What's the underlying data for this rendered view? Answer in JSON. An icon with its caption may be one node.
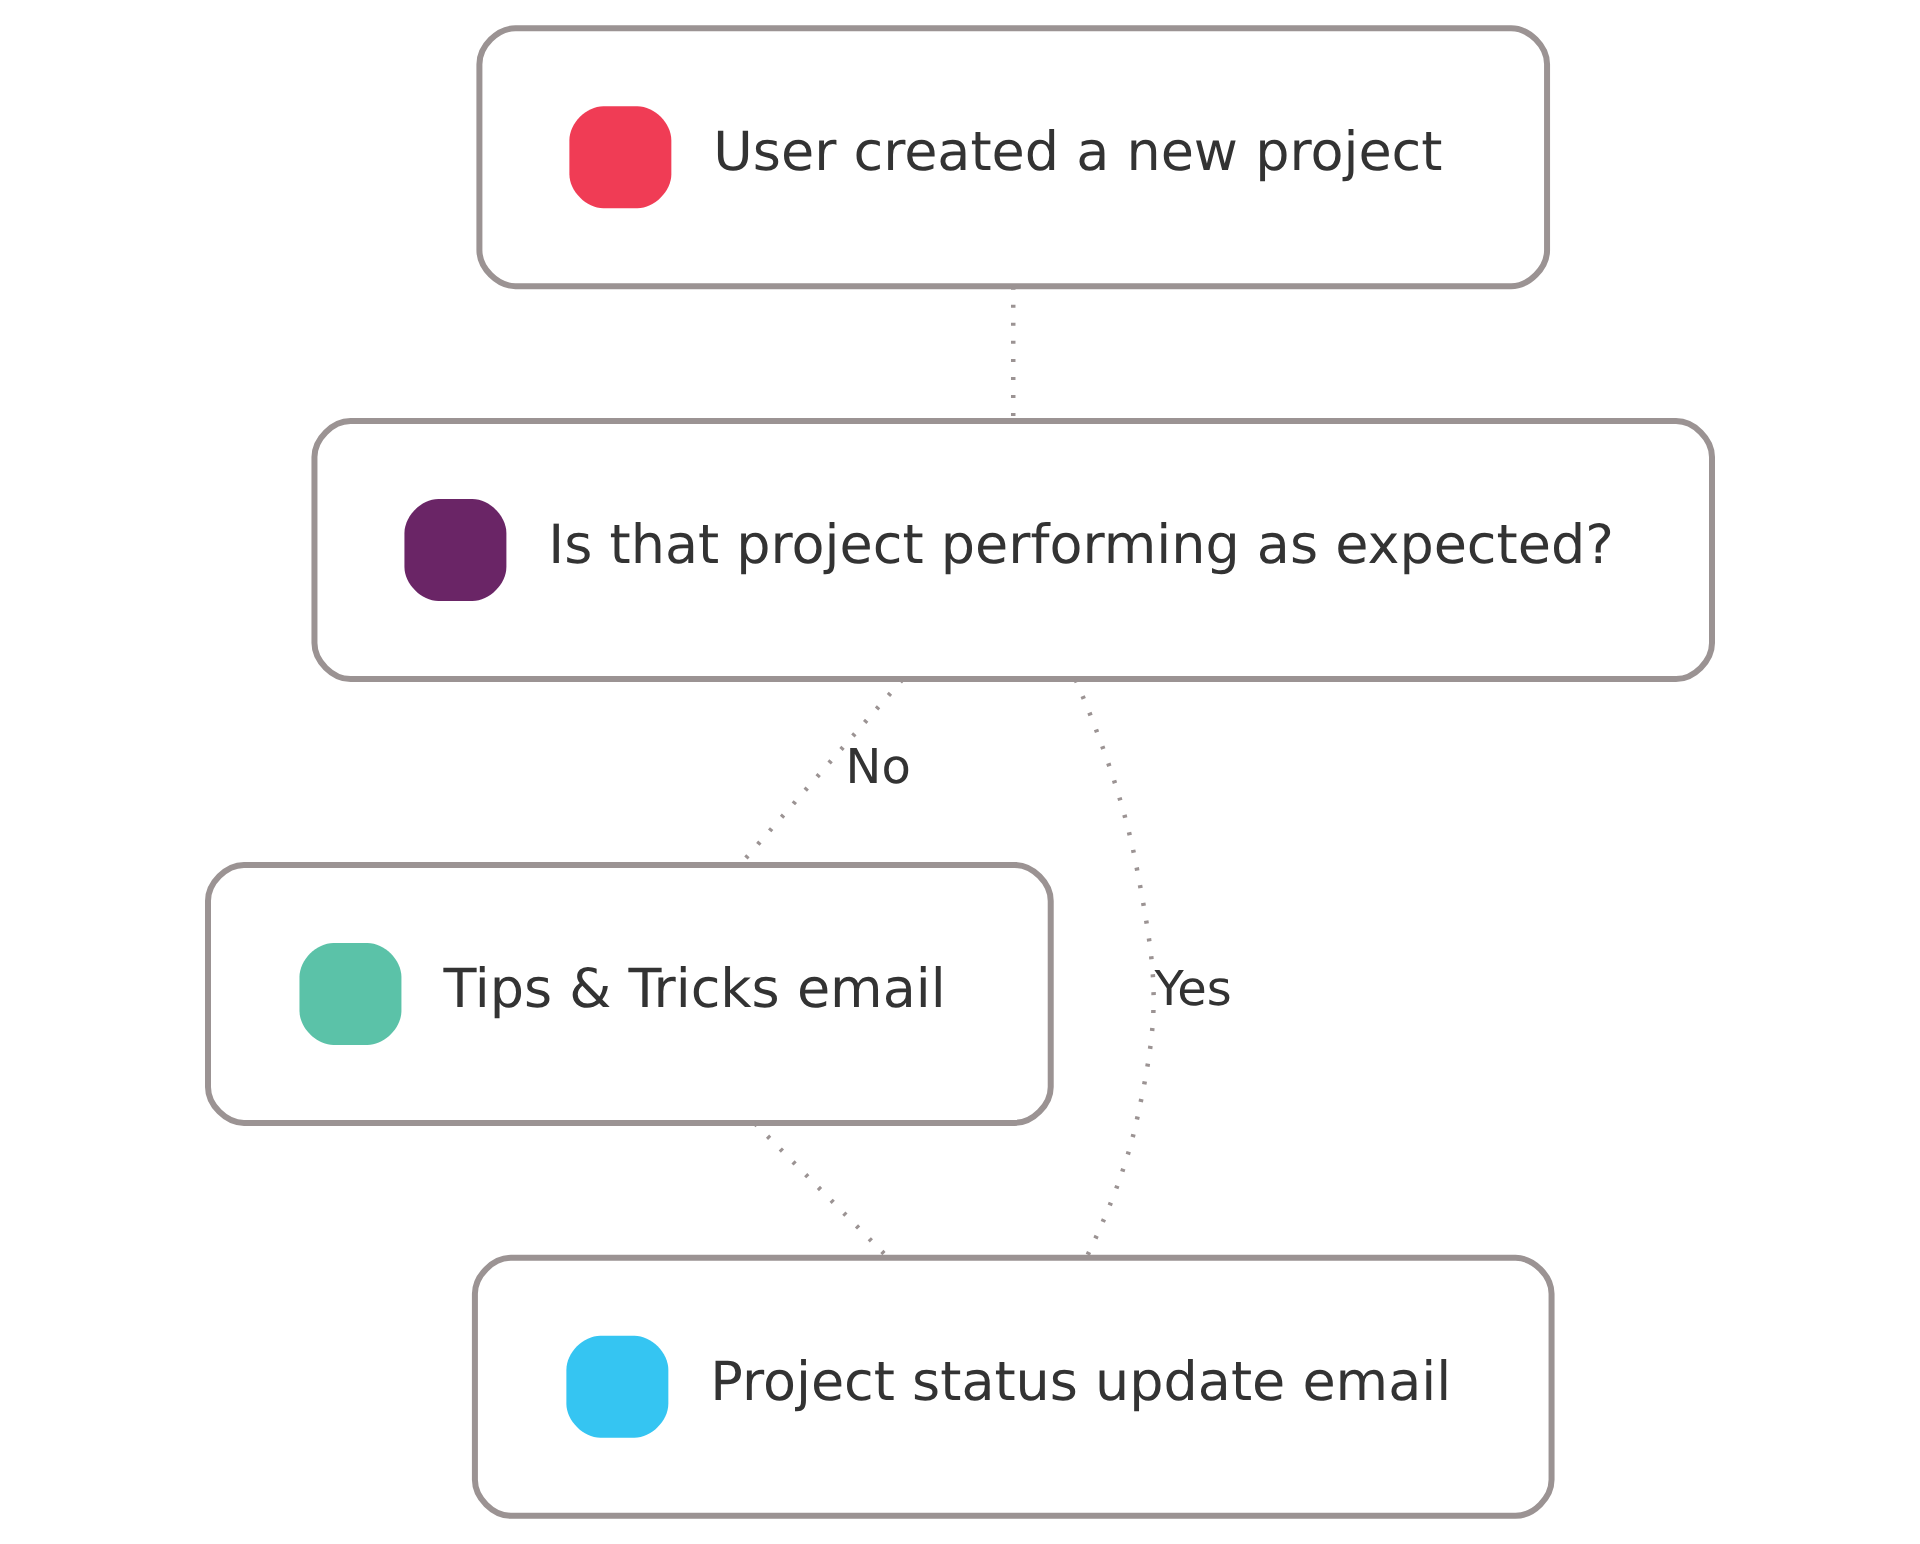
{
  "diagram": {
    "nodes": [
      {
        "text": [
          "User created a new project"
        ]
      },
      {
        "text": [
          "Is that project performing as expected?"
        ]
      },
      {
        "text": [
          "Tips & Tricks email"
        ]
      },
      {
        "text": [
          "Project status update email"
        ]
      }
    ],
    "edges": [
      {
        "from": 0,
        "to": 1,
        "arrow": "none"
      },
      {
        "from": 1,
        "to": 2,
        "arrow": "none",
        "label": "No"
      },
      {
        "from": 1,
        "to": 3,
        "arrow": "none",
        "label": "Yes"
      },
      {
        "from": 2,
        "to": 3,
        "arrow": "none"
      }
    ]
  }
}
